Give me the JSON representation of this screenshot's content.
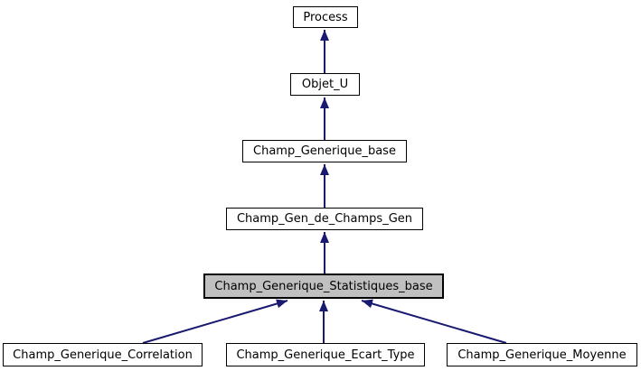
{
  "diagram": {
    "kind": "class-inheritance-graph",
    "colors": {
      "background": "#ffffff",
      "arrow": "#191970",
      "node_border": "#000000",
      "node_fill": "#ffffff",
      "current_fill": "#c0c0c0",
      "text": "#000000"
    },
    "nodes": [
      {
        "label": "Process",
        "current": false
      },
      {
        "label": "Objet_U",
        "current": false
      },
      {
        "label": "Champ_Generique_base",
        "current": false
      },
      {
        "label": "Champ_Gen_de_Champs_Gen",
        "current": false
      },
      {
        "label": "Champ_Generique_Statistiques_base",
        "current": true
      },
      {
        "label": "Champ_Generique_Correlation",
        "current": false
      },
      {
        "label": "Champ_Generique_Ecart_Type",
        "current": false
      },
      {
        "label": "Champ_Generique_Moyenne",
        "current": false
      }
    ],
    "edges": [
      {
        "from": "Objet_U",
        "to": "Process"
      },
      {
        "from": "Champ_Generique_base",
        "to": "Objet_U"
      },
      {
        "from": "Champ_Gen_de_Champs_Gen",
        "to": "Champ_Generique_base"
      },
      {
        "from": "Champ_Generique_Statistiques_base",
        "to": "Champ_Gen_de_Champs_Gen"
      },
      {
        "from": "Champ_Generique_Correlation",
        "to": "Champ_Generique_Statistiques_base"
      },
      {
        "from": "Champ_Generique_Ecart_Type",
        "to": "Champ_Generique_Statistiques_base"
      },
      {
        "from": "Champ_Generique_Moyenne",
        "to": "Champ_Generique_Statistiques_base"
      }
    ]
  }
}
